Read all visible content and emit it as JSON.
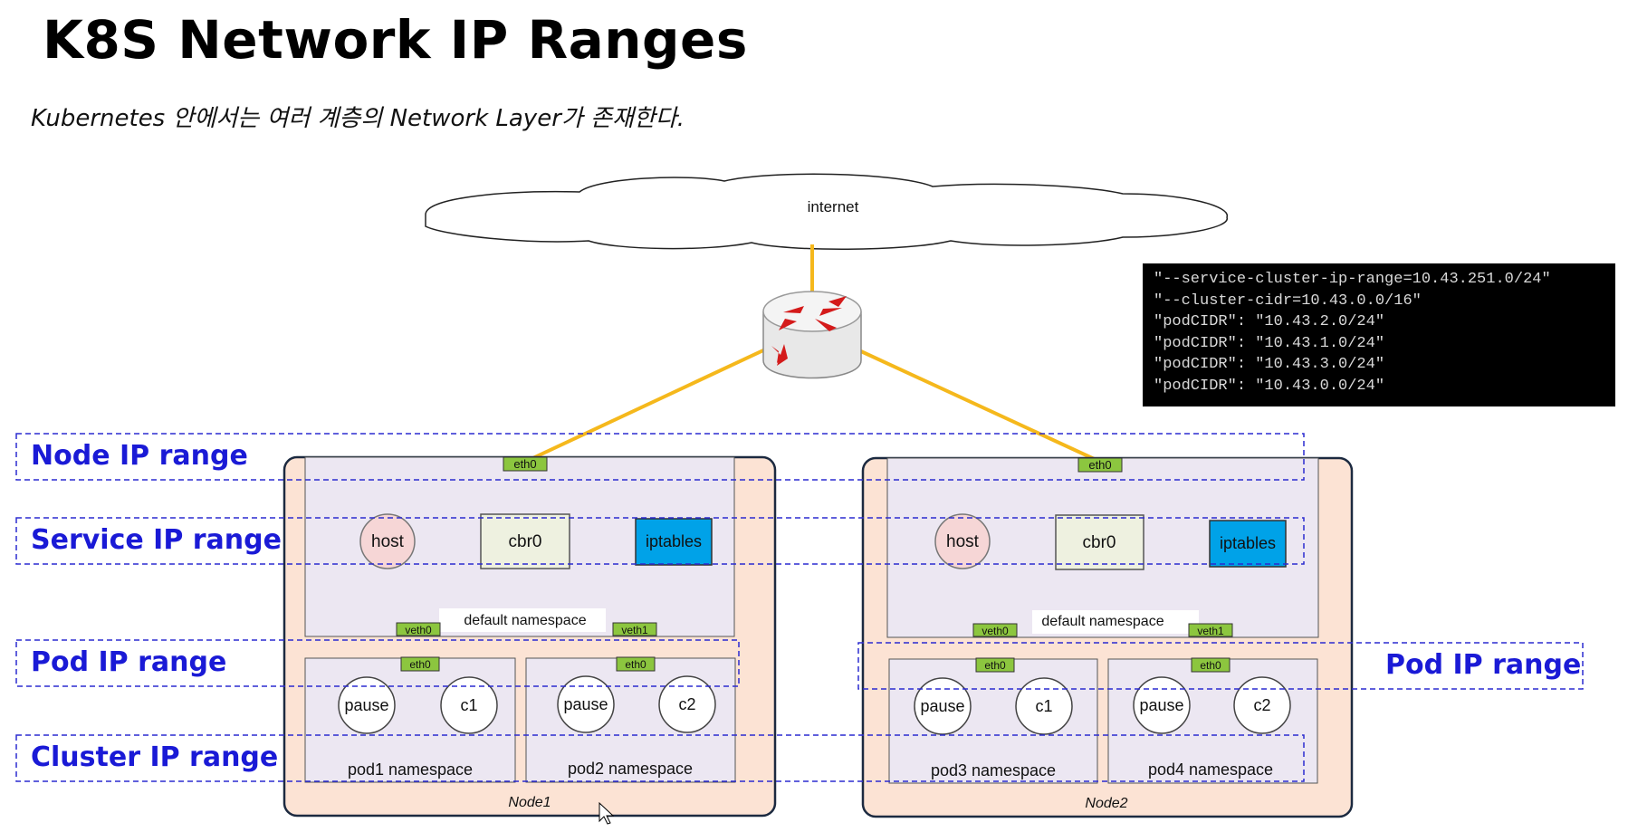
{
  "title": "K8S Network IP Ranges",
  "subtitle": "Kubernetes 안에서는 여러 계층의 Network Layer가 존재한다.",
  "internet_label": "internet",
  "terminal_lines": [
    "\"--service-cluster-ip-range=10.43.251.0/24\"",
    "\"--cluster-cidr=10.43.0.0/16\"",
    "\"podCIDR\": \"10.43.2.0/24\"",
    "\"podCIDR\": \"10.43.1.0/24\"",
    "\"podCIDR\": \"10.43.3.0/24\"",
    "\"podCIDR\": \"10.43.0.0/24\""
  ],
  "range_labels": {
    "node": "Node IP range",
    "service": "Service IP range",
    "pod": "Pod IP range",
    "cluster": "Cluster IP range",
    "pod_right": "Pod IP range"
  },
  "node1": {
    "name": "Node1",
    "eth0": "eth0",
    "host": "host",
    "cbr0": "cbr0",
    "iptables": "iptables",
    "default_ns": "default namespace",
    "veth0": "veth0",
    "veth1": "veth1",
    "pod_a": {
      "eth0": "eth0",
      "pause": "pause",
      "container": "c1",
      "ns": "pod1 namespace"
    },
    "pod_b": {
      "eth0": "eth0",
      "pause": "pause",
      "container": "c2",
      "ns": "pod2 namespace"
    }
  },
  "node2": {
    "name": "Node2",
    "eth0": "eth0",
    "host": "host",
    "cbr0": "cbr0",
    "iptables": "iptables",
    "default_ns": "default namespace",
    "veth0": "veth0",
    "veth1": "veth1",
    "pod_a": {
      "eth0": "eth0",
      "pause": "pause",
      "container": "c1",
      "ns": "pod3 namespace"
    },
    "pod_b": {
      "eth0": "eth0",
      "pause": "pause",
      "container": "c2",
      "ns": "pod4 namespace"
    }
  },
  "colors": {
    "node_fill": "#fce3d4",
    "ns_fill": "#ece7f2",
    "link": "#f5b81c",
    "iface": "#8cc63f",
    "iptables": "#00a2e8",
    "host_fill": "#f6d6d6",
    "cbr0_fill": "#eef1e0",
    "range_text": "#1a1ad6",
    "range_border": "#2b2bd0"
  }
}
